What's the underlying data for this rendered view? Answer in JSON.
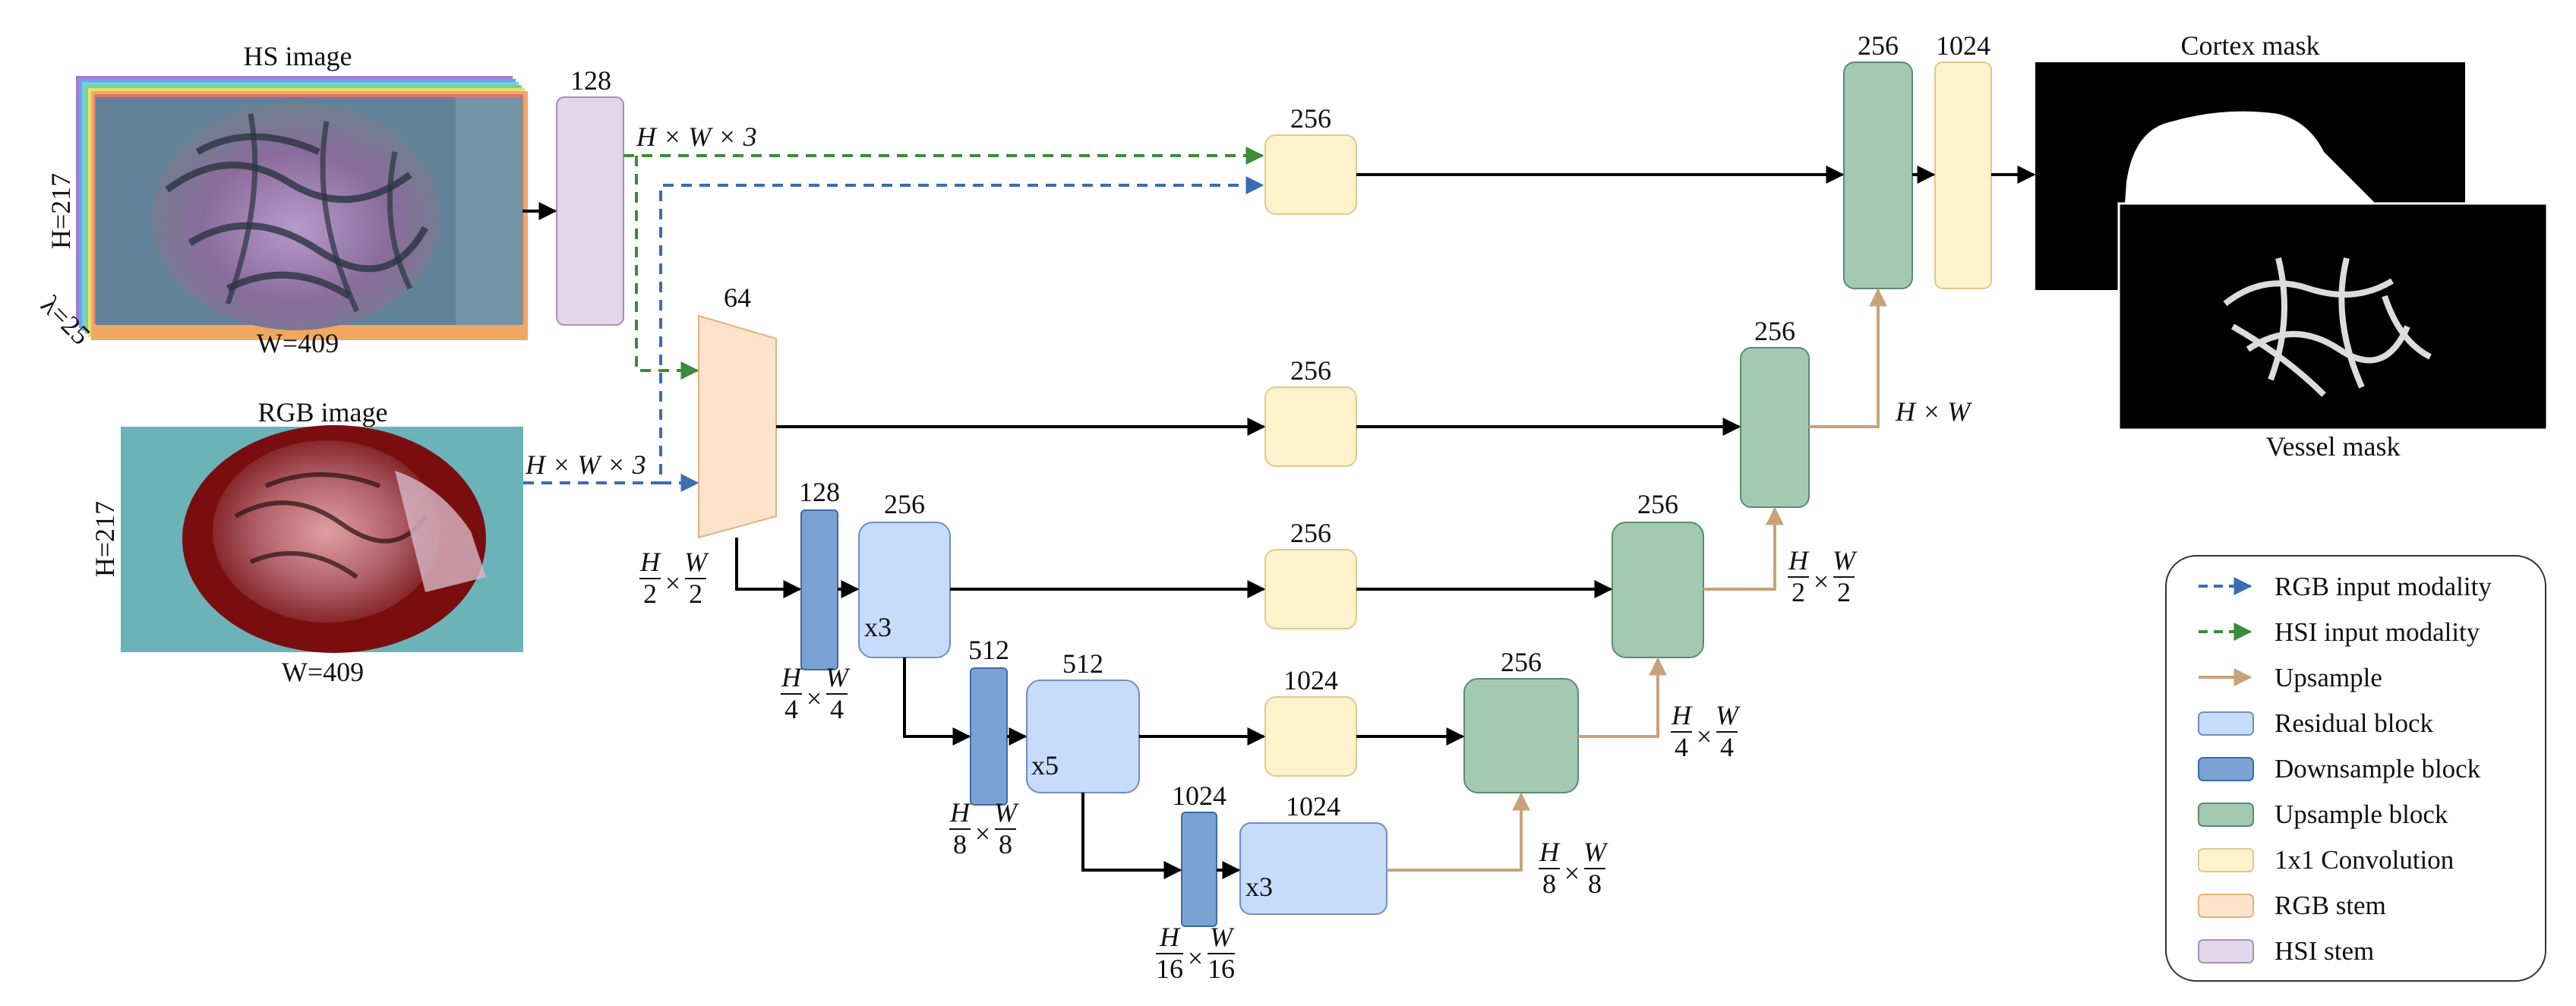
{
  "inputs": {
    "hs": {
      "title": "HS image",
      "h_label": "H=217",
      "w_label": "W=409",
      "lambda_label": "λ=25"
    },
    "rgb": {
      "title": "RGB image",
      "h_label": "H=217",
      "w_label": "W=409"
    }
  },
  "blocks": {
    "hsi_stem_channels": "128",
    "rgb_stem_channels": "64",
    "ds1_channels": "128",
    "res1_channels": "256",
    "res1_repeat": "x3",
    "ds2_channels": "512",
    "res2_channels": "512",
    "res2_repeat": "x5",
    "ds3_channels": "1024",
    "res3_channels": "1024",
    "res3_repeat": "x3",
    "conv_top_channels": "256",
    "conv_l1_channels": "256",
    "conv_l2_channels": "256",
    "conv_l3_channels": "1024",
    "up_l3_channels": "256",
    "up_l2_channels": "256",
    "up_l1_channels": "256",
    "up_top_channels": "256",
    "head_conv_channels": "1024"
  },
  "dims": {
    "input_dim": "H × W × 3",
    "hw": "H × W",
    "half": {
      "num": "H",
      "den1": "2",
      "num2": "W",
      "den2": "2"
    },
    "quarter": {
      "num": "H",
      "den1": "4",
      "num2": "W",
      "den2": "4"
    },
    "eighth": {
      "num": "H",
      "den1": "8",
      "num2": "W",
      "den2": "8"
    },
    "sixteenth": {
      "num": "H",
      "den1": "16",
      "num2": "W",
      "den2": "16"
    }
  },
  "outputs": {
    "cortex": "Cortex mask",
    "vessel": "Vessel mask"
  },
  "legend": [
    {
      "label": "RGB input modality",
      "kind": "dashed-arrow",
      "color": "#3a6db3"
    },
    {
      "label": "HSI input modality",
      "kind": "dashed-arrow",
      "color": "#3a8c3a"
    },
    {
      "label": "Upsample",
      "kind": "arrow",
      "color": "#c8a27a"
    },
    {
      "label": "Residual block",
      "kind": "box",
      "color": "#c7dbfa"
    },
    {
      "label": "Downsample block",
      "kind": "box",
      "color": "#7aa3d3"
    },
    {
      "label": "Upsample block",
      "kind": "box",
      "color": "#a3c9b1"
    },
    {
      "label": "1x1 Convolution",
      "kind": "box",
      "color": "#fdf2cc"
    },
    {
      "label": "RGB stem",
      "kind": "box",
      "color": "#fde3cc"
    },
    {
      "label": "HSI stem",
      "kind": "box",
      "color": "#e3d6ea"
    }
  ],
  "colors": {
    "residual": "#c7dbfa",
    "residual_stroke": "#6f8fc4",
    "downsample": "#7aa3d3",
    "downsample_stroke": "#3f6aa5",
    "upsample": "#a3c9b1",
    "upsample_stroke": "#5d8a6e",
    "conv": "#fdf2cc",
    "conv_stroke": "#e0c98a",
    "rgb_stem": "#fde3cc",
    "rgb_stem_stroke": "#e2b27a",
    "hsi_stem": "#e3d6ea",
    "hsi_stem_stroke": "#a98fb8",
    "rgb_arrow": "#3a6db3",
    "hsi_arrow": "#3a8c3a",
    "up_arrow": "#c8a27a"
  }
}
